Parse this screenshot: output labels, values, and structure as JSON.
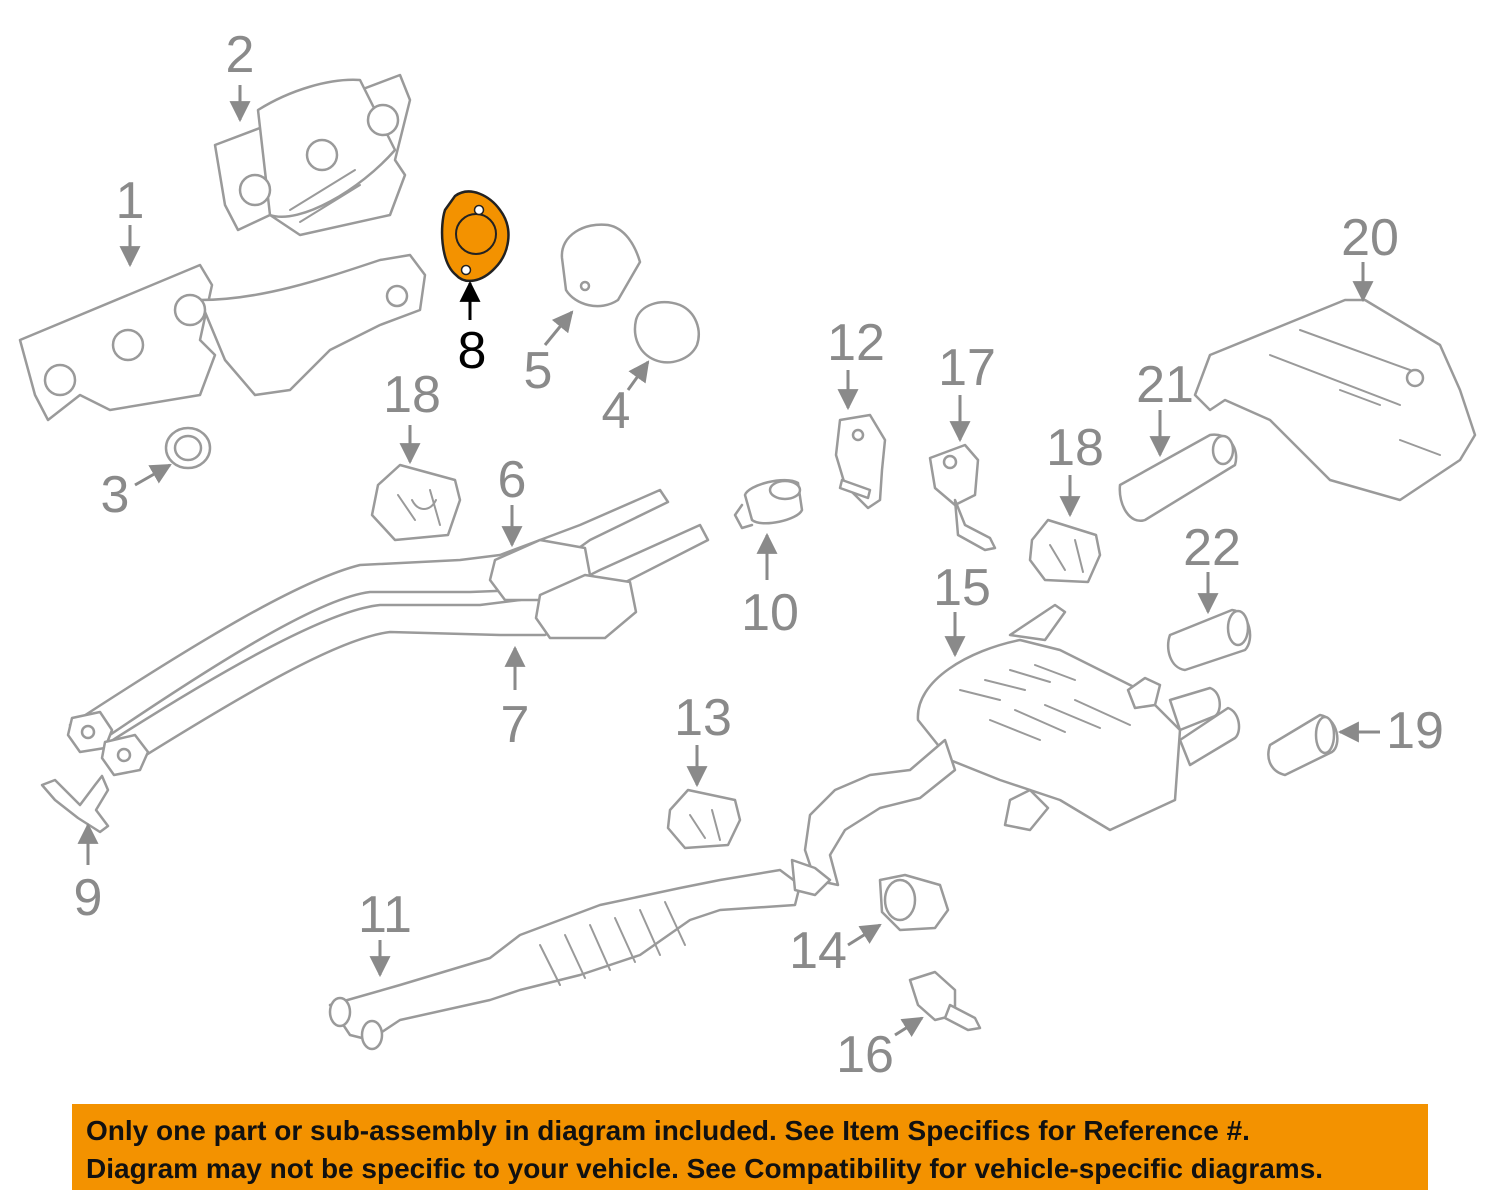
{
  "highlight": {
    "callout": "8",
    "color": "#f39200"
  },
  "callouts": [
    "1",
    "2",
    "3",
    "4",
    "5",
    "6",
    "7",
    "8",
    "9",
    "10",
    "11",
    "12",
    "13",
    "14",
    "15",
    "16",
    "17",
    "18",
    "18",
    "19",
    "20",
    "21",
    "22"
  ],
  "notice": {
    "line1": "Only one part or sub-assembly in diagram included. See Item Specifics for Reference #.",
    "line2": "Diagram may not be specific to your vehicle. See Compatibility for vehicle-specific diagrams."
  }
}
